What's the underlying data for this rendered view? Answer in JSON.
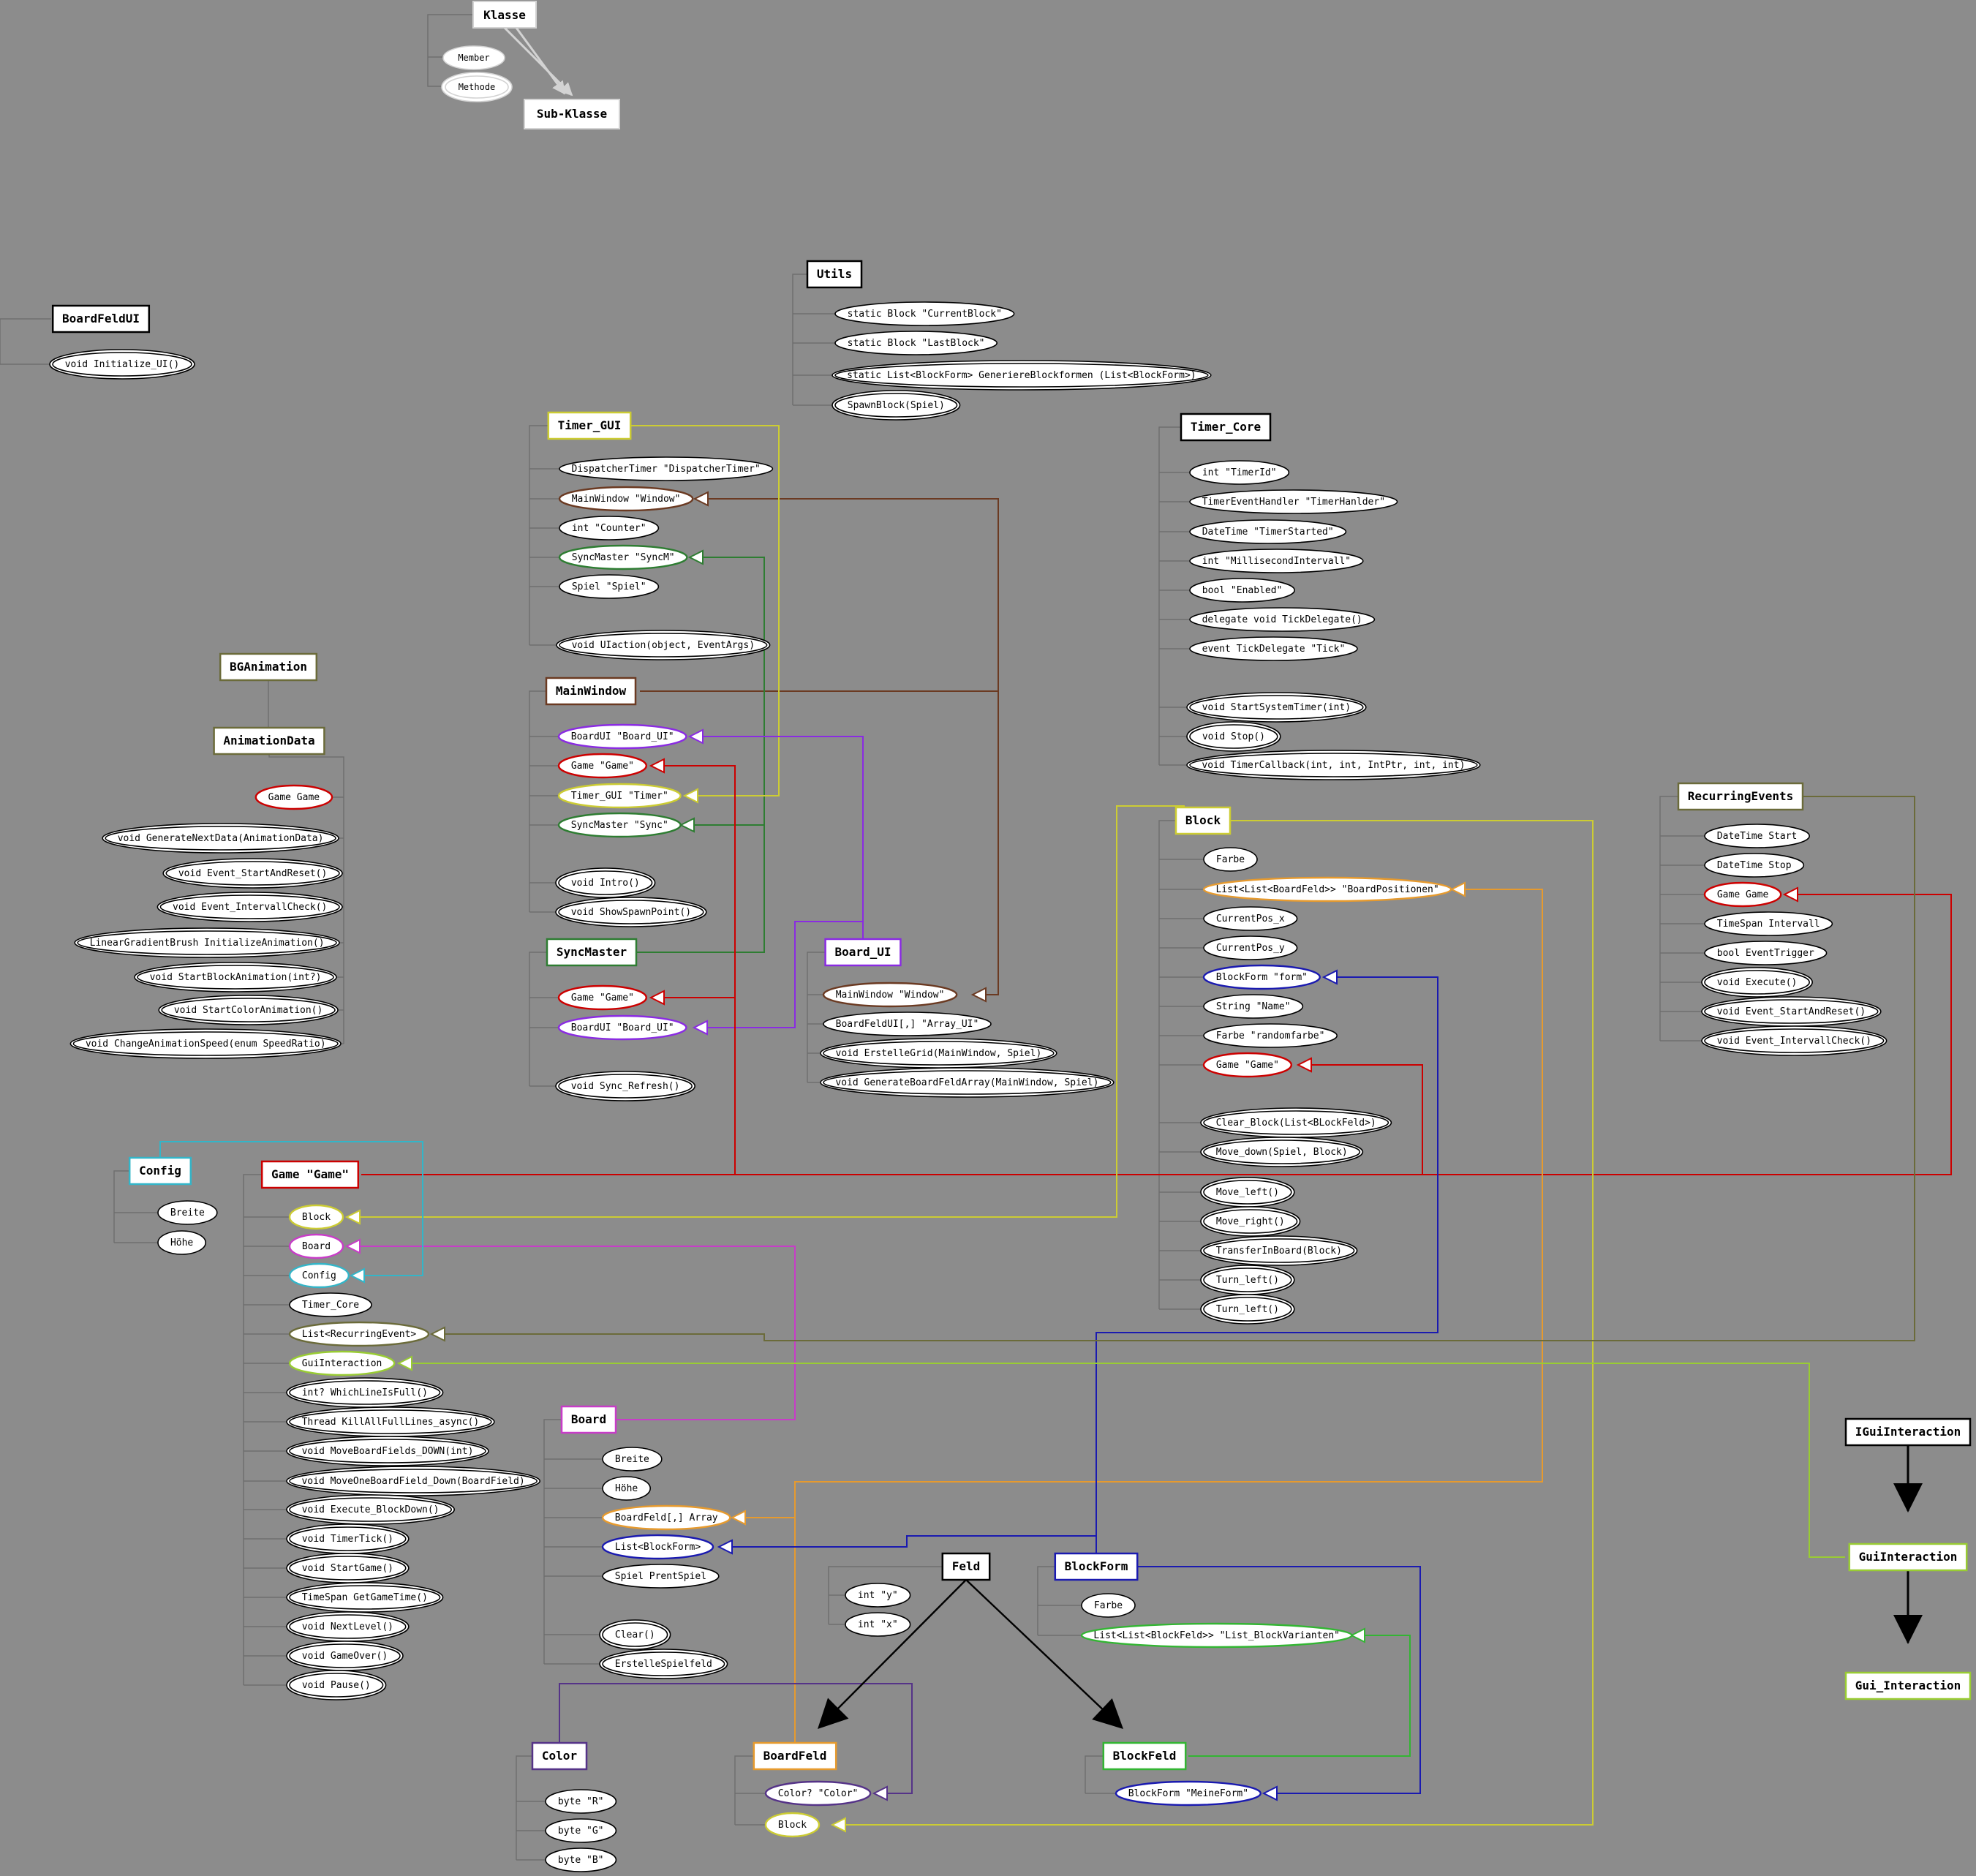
{
  "legend": {
    "class": "Klasse",
    "subclass": "Sub-Klasse",
    "member": "Member",
    "method": "Methode"
  },
  "classes": {
    "BoardFeldUI": {
      "title": "BoardFeldUI",
      "color": "#000000",
      "members": [
        {
          "label": "void Initialize_UI()",
          "kind": "method"
        }
      ]
    },
    "Utils": {
      "title": "Utils",
      "color": "#000000",
      "members": [
        {
          "label": "static Block \"CurrentBlock\"",
          "kind": "member"
        },
        {
          "label": "static Block \"LastBlock\"",
          "kind": "member"
        },
        {
          "label": "static List<BlockForm> GeneriereBlockformen (List<BlockForm>)",
          "kind": "method"
        },
        {
          "label": "SpawnBlock(Spiel)",
          "kind": "method"
        }
      ]
    },
    "Timer_GUI": {
      "title": "Timer_GUI",
      "color": "#cccc33",
      "members": [
        {
          "label": "DispatcherTimer \"DispatcherTimer\"",
          "kind": "member"
        },
        {
          "label": "MainWindow \"Window\"",
          "kind": "member",
          "color": "#6b3a22"
        },
        {
          "label": "int \"Counter\"",
          "kind": "member"
        },
        {
          "label": "SyncMaster \"SyncM\"",
          "kind": "member",
          "color": "#2e7d32"
        },
        {
          "label": "Spiel \"Spiel\"",
          "kind": "member"
        },
        {
          "label": "void UIaction(object, EventArgs)",
          "kind": "method"
        }
      ]
    },
    "Timer_Core": {
      "title": "Timer_Core",
      "color": "#000000",
      "members": [
        {
          "label": "int \"TimerId\"",
          "kind": "member"
        },
        {
          "label": "TimerEventHandler \"TimerHanlder\"",
          "kind": "member"
        },
        {
          "label": "DateTime \"TimerStarted\"",
          "kind": "member"
        },
        {
          "label": "int \"MillisecondIntervall\"",
          "kind": "member"
        },
        {
          "label": "bool \"Enabled\"",
          "kind": "member"
        },
        {
          "label": "delegate void TickDelegate()",
          "kind": "member"
        },
        {
          "label": "event TickDelegate \"Tick\"",
          "kind": "member"
        },
        {
          "label": "void StartSystemTimer(int)",
          "kind": "method"
        },
        {
          "label": "void Stop()",
          "kind": "method"
        },
        {
          "label": "void TimerCallback(int, int, IntPtr, int, int)",
          "kind": "method"
        }
      ]
    },
    "BGAnimation": {
      "title": "BGAnimation",
      "color": "#6b6b3a",
      "members": []
    },
    "AnimationData": {
      "title": "AnimationData",
      "color": "#6b6b3a",
      "members": [
        {
          "label": "Game Game",
          "kind": "member",
          "color": "#cc0000"
        },
        {
          "label": "void GenerateNextData(AnimationData)",
          "kind": "method"
        },
        {
          "label": "void Event_StartAndReset()",
          "kind": "method"
        },
        {
          "label": "void Event_IntervallCheck()",
          "kind": "method"
        },
        {
          "label": "LinearGradientBrush InitializeAnimation()",
          "kind": "method"
        },
        {
          "label": "void StartBlockAnimation(int?)",
          "kind": "method"
        },
        {
          "label": "void StartColorAnimation()",
          "kind": "method"
        },
        {
          "label": "void ChangeAnimationSpeed(enum SpeedRatio)",
          "kind": "method"
        }
      ]
    },
    "MainWindow": {
      "title": "MainWindow",
      "color": "#6b3a22",
      "members": [
        {
          "label": "BoardUI \"Board_UI\"",
          "kind": "member",
          "color": "#8a2be2"
        },
        {
          "label": "Game \"Game\"",
          "kind": "member",
          "color": "#cc0000"
        },
        {
          "label": "Timer_GUI \"Timer\"",
          "kind": "member",
          "color": "#cccc33"
        },
        {
          "label": "SyncMaster \"Sync\"",
          "kind": "member",
          "color": "#2e7d32"
        },
        {
          "label": "void Intro()",
          "kind": "method"
        },
        {
          "label": "void ShowSpawnPoint()",
          "kind": "method"
        }
      ]
    },
    "SyncMaster": {
      "title": "SyncMaster",
      "color": "#2e7d32",
      "members": [
        {
          "label": "Game \"Game\"",
          "kind": "member",
          "color": "#cc0000"
        },
        {
          "label": "BoardUI \"Board_UI\"",
          "kind": "member",
          "color": "#8a2be2"
        },
        {
          "label": "void Sync_Refresh()",
          "kind": "method"
        }
      ]
    },
    "Board_UI": {
      "title": "Board_UI",
      "color": "#8a2be2",
      "members": [
        {
          "label": "MainWindow \"Window\"",
          "kind": "member",
          "color": "#6b3a22"
        },
        {
          "label": "BoardFeldUI[,] \"Array_UI\"",
          "kind": "member"
        },
        {
          "label": "void ErstelleGrid(MainWindow, Spiel)",
          "kind": "method"
        },
        {
          "label": "void GenerateBoardFeldArray(MainWindow, Spiel)",
          "kind": "method"
        }
      ]
    },
    "Block": {
      "title": "Block",
      "color": "#cccc33",
      "members": [
        {
          "label": "Farbe",
          "kind": "member"
        },
        {
          "label": "List<List<BoardFeld>> \"BoardPositionen\"",
          "kind": "member",
          "color": "#e69a2e"
        },
        {
          "label": "CurrentPos_x",
          "kind": "member"
        },
        {
          "label": "CurrentPos_y",
          "kind": "member"
        },
        {
          "label": "BlockForm \"form\"",
          "kind": "member",
          "color": "#1a1ab0"
        },
        {
          "label": "String \"Name\"",
          "kind": "member"
        },
        {
          "label": "Farbe \"randomfarbe\"",
          "kind": "member"
        },
        {
          "label": "Game \"Game\"",
          "kind": "member",
          "color": "#cc0000"
        },
        {
          "label": "Clear_Block(List<BLockFeld>)",
          "kind": "method"
        },
        {
          "label": "Move_down(Spiel, Block)",
          "kind": "method"
        },
        {
          "label": "Move_left()",
          "kind": "method"
        },
        {
          "label": "Move_right()",
          "kind": "method"
        },
        {
          "label": "TransferInBoard(Block)",
          "kind": "method"
        },
        {
          "label": "Turn_left()",
          "kind": "method"
        },
        {
          "label": "Turn_left()",
          "kind": "method"
        }
      ]
    },
    "RecurringEvents": {
      "title": "RecurringEvents",
      "color": "#6b6b3a",
      "members": [
        {
          "label": "DateTime Start",
          "kind": "member"
        },
        {
          "label": "DateTime Stop",
          "kind": "member"
        },
        {
          "label": "Game Game",
          "kind": "member",
          "color": "#cc0000"
        },
        {
          "label": "TimeSpan Intervall",
          "kind": "member"
        },
        {
          "label": "bool EventTrigger",
          "kind": "member"
        },
        {
          "label": "void Execute()",
          "kind": "method"
        },
        {
          "label": "void Event_StartAndReset()",
          "kind": "method"
        },
        {
          "label": "void Event_IntervallCheck()",
          "kind": "method"
        }
      ]
    },
    "Config": {
      "title": "Config",
      "color": "#33b5c8",
      "members": [
        {
          "label": "Breite",
          "kind": "member"
        },
        {
          "label": "Höhe",
          "kind": "member"
        }
      ]
    },
    "Game": {
      "title": "Game \"Game\"",
      "color": "#cc0000",
      "members": [
        {
          "label": "Block",
          "kind": "member",
          "color": "#cccc33"
        },
        {
          "label": "Board",
          "kind": "member",
          "color": "#c83cc8"
        },
        {
          "label": "Config",
          "kind": "member",
          "color": "#33b5c8"
        },
        {
          "label": "Timer_Core",
          "kind": "member"
        },
        {
          "label": "List<RecurringEvent>",
          "kind": "member",
          "color": "#6b6b3a"
        },
        {
          "label": "GuiInteraction",
          "kind": "member",
          "color": "#99cc33"
        },
        {
          "label": "int? WhichLineIsFull()",
          "kind": "method"
        },
        {
          "label": "Thread KillAllFullLines_async()",
          "kind": "method"
        },
        {
          "label": "void MoveBoardFields_DOWN(int)",
          "kind": "method"
        },
        {
          "label": "void MoveOneBoardField_Down(BoardField)",
          "kind": "method"
        },
        {
          "label": "void Execute_BlockDown()",
          "kind": "method"
        },
        {
          "label": "void TimerTick()",
          "kind": "method"
        },
        {
          "label": "void StartGame()",
          "kind": "method"
        },
        {
          "label": "TimeSpan GetGameTime()",
          "kind": "method"
        },
        {
          "label": "void NextLevel()",
          "kind": "method"
        },
        {
          "label": "void GameOver()",
          "kind": "method"
        },
        {
          "label": "void Pause()",
          "kind": "method"
        }
      ]
    },
    "Board": {
      "title": "Board",
      "color": "#c83cc8",
      "members": [
        {
          "label": "Breite",
          "kind": "member"
        },
        {
          "label": "Höhe",
          "kind": "member"
        },
        {
          "label": "BoardFeld[,] Array",
          "kind": "member",
          "color": "#e69a2e"
        },
        {
          "label": "List<BlockForm>",
          "kind": "member",
          "color": "#1a1ab0"
        },
        {
          "label": "Spiel PrentSpiel",
          "kind": "member"
        },
        {
          "label": "Clear()",
          "kind": "method"
        },
        {
          "label": "ErstelleSpielfeld",
          "kind": "method"
        }
      ]
    },
    "Feld": {
      "title": "Feld",
      "color": "#000000",
      "members": [
        {
          "label": "int \"y\"",
          "kind": "member"
        },
        {
          "label": "int \"x\"",
          "kind": "member"
        }
      ]
    },
    "BlockForm": {
      "title": "BlockForm",
      "color": "#1a1ab0",
      "members": [
        {
          "label": "Farbe",
          "kind": "member"
        },
        {
          "label": "List<List<BlockFeld>> \"List_BlockVarianten\"",
          "kind": "member",
          "color": "#33b533"
        }
      ]
    },
    "IGuiInteraction": {
      "title": "IGuiInteraction",
      "color": "#000000",
      "members": []
    },
    "GuiInteraction": {
      "title": "GuiInteraction",
      "color": "#99cc33",
      "members": []
    },
    "Gui_Interaction": {
      "title": "Gui_Interaction",
      "color": "#99cc33",
      "members": []
    },
    "Color": {
      "title": "Color",
      "color": "#553388",
      "members": [
        {
          "label": "byte \"R\"",
          "kind": "member"
        },
        {
          "label": "byte \"G\"",
          "kind": "member"
        },
        {
          "label": "byte \"B\"",
          "kind": "member"
        }
      ]
    },
    "BoardFeld": {
      "title": "BoardFeld",
      "color": "#e69a2e",
      "members": [
        {
          "label": "Color? \"Color\"",
          "kind": "member",
          "color": "#553388"
        },
        {
          "label": "Block",
          "kind": "member",
          "color": "#cccc33"
        }
      ]
    },
    "BlockFeld": {
      "title": "BlockFeld",
      "color": "#33b533",
      "members": [
        {
          "label": "BlockForm \"MeineForm\"",
          "kind": "member",
          "color": "#1a1ab0"
        }
      ]
    }
  }
}
